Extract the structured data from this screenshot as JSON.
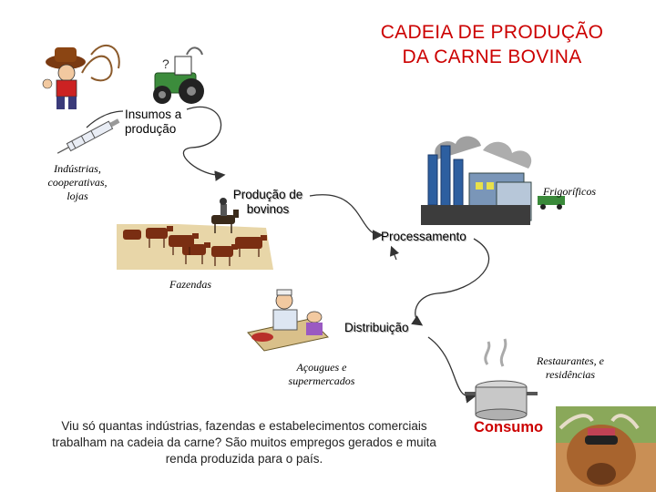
{
  "title": {
    "line1": "CADEIA DE PRODUÇÃO",
    "line2": "DA CARNE BOVINA"
  },
  "steps": {
    "insumos_line1": "Insumos a",
    "insumos_line2": "produção",
    "producao_line1": "Produção de",
    "producao_line2": "bovinos",
    "processamento": "Processamento",
    "distribuicao": "Distribuição",
    "consumo": "Consumo"
  },
  "labels": {
    "industrias_line1": "Indústrias,",
    "industrias_line2": "cooperativas,",
    "industrias_line3": "lojas",
    "frigorificos": "Frigoríficos",
    "fazendas": "Fazendas",
    "acougues_line1": "Açougues e",
    "acougues_line2": "supermercados",
    "restaurantes_line1": "Restaurantes, e",
    "restaurantes_line2": "residências"
  },
  "caption": {
    "line1": "Viu só quantas indústrias, fazendas e estabelecimentos comerciais",
    "line2": "trabalham na cadeia da carne? São muitos empregos gerados e muita",
    "line3": "renda produzida para o país."
  },
  "colors": {
    "title": "#cc0000",
    "consumo": "#cc0000",
    "arrow": "#333333"
  },
  "icons": [
    "cowboy-clipart",
    "tractor-clipart",
    "syringe-clipart",
    "cattle-herd-clipart",
    "factory-clipart",
    "butcher-clipart",
    "cooking-pot-clipart",
    "highland-cow-photo"
  ]
}
